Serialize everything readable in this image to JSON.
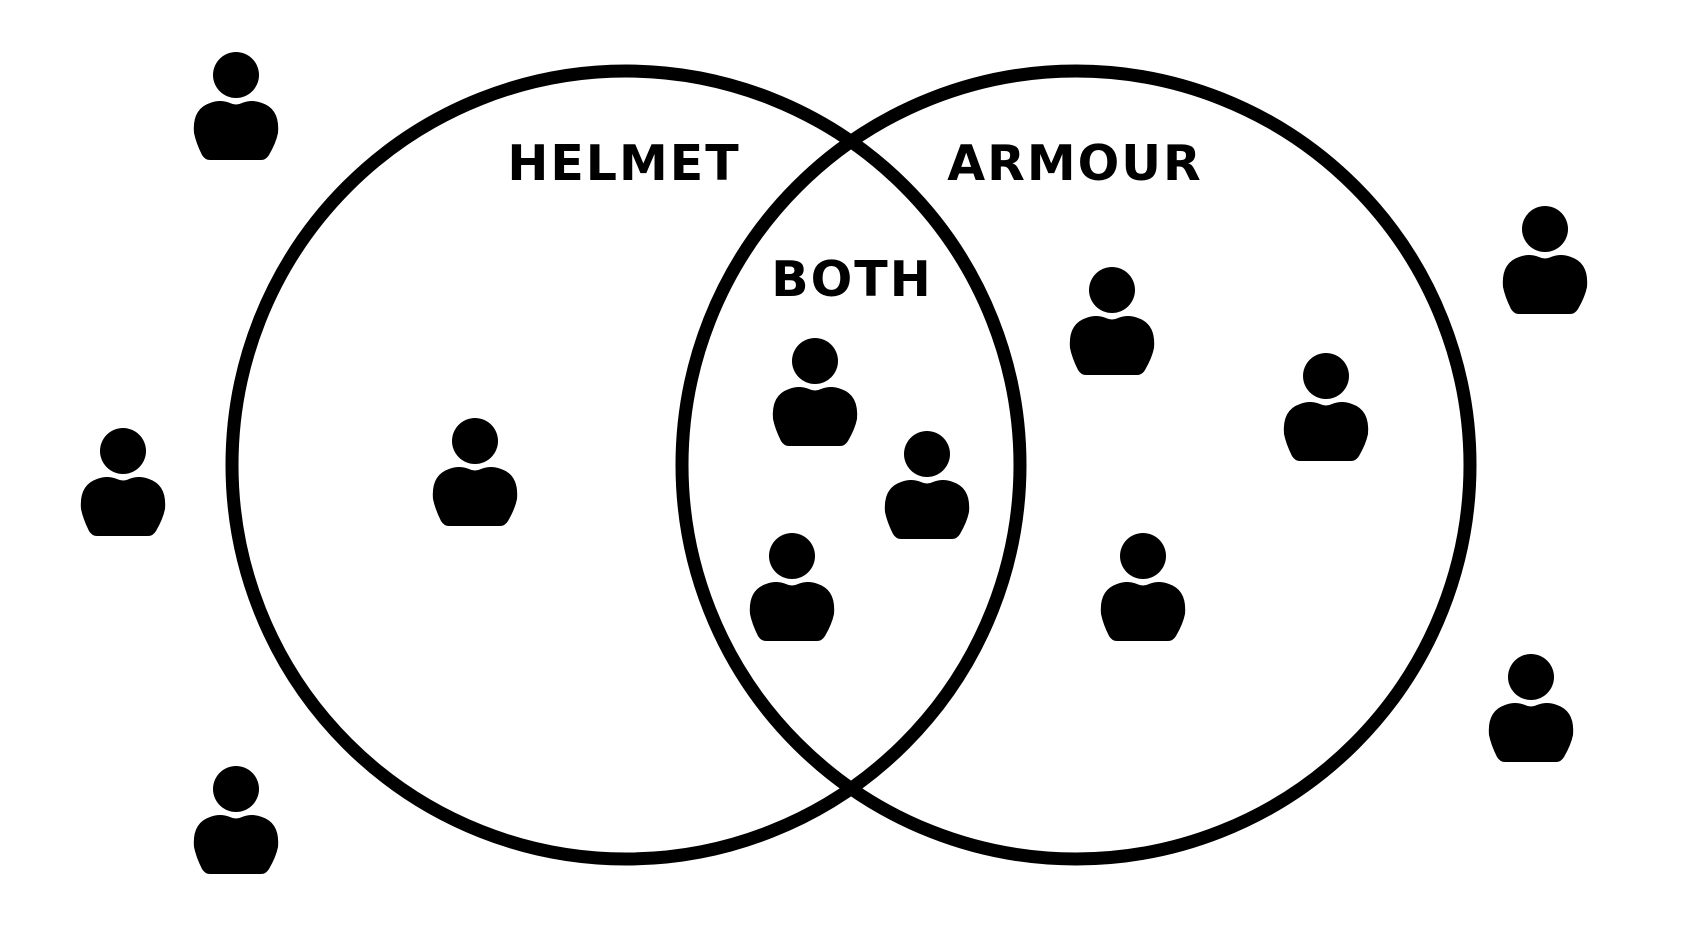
{
  "diagram": {
    "type": "venn",
    "sets": [
      {
        "id": "helmet",
        "label": "HELMET"
      },
      {
        "id": "armour",
        "label": "ARMOUR"
      }
    ],
    "intersection": {
      "label": "BOTH"
    },
    "people": [
      {
        "region": "outside"
      },
      {
        "region": "outside"
      },
      {
        "region": "outside"
      },
      {
        "region": "outside"
      },
      {
        "region": "outside"
      },
      {
        "region": "helmet-only"
      },
      {
        "region": "both"
      },
      {
        "region": "both"
      },
      {
        "region": "both"
      },
      {
        "region": "armour-only"
      },
      {
        "region": "armour-only"
      },
      {
        "region": "armour-only"
      }
    ],
    "icon": "person-icon",
    "colors": {
      "stroke": "#000000",
      "background": "#ffffff"
    }
  }
}
